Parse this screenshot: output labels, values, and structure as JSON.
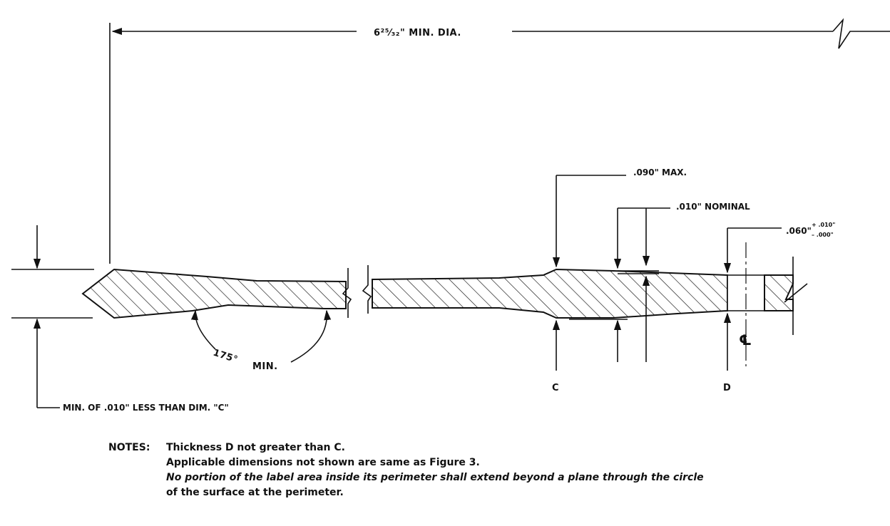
{
  "dimensions": {
    "diameter": "6²⁵⁄₃₂\" MIN. DIA.",
    "angle_value": "175°",
    "angle_qualifier": "MIN.",
    "max_thickness": ".090\" MAX.",
    "nominal": ".010\" NOMINAL",
    "tolerance_base": ".060\"",
    "tolerance_plus": "+ .010\"",
    "tolerance_minus": "– .000\"",
    "edge_note": "MIN. OF .010\" LESS THAN DIM. \"C\""
  },
  "markers": {
    "c": "C",
    "d": "D",
    "centerline": "℄"
  },
  "notes": {
    "heading": "NOTES:",
    "lines": [
      "Thickness D not greater than C.",
      "Applicable dimensions not shown are same as Figure 3.",
      "No portion of the label area inside its perimeter shall extend beyond a plane through the circle",
      "of the surface at the perimeter."
    ]
  }
}
